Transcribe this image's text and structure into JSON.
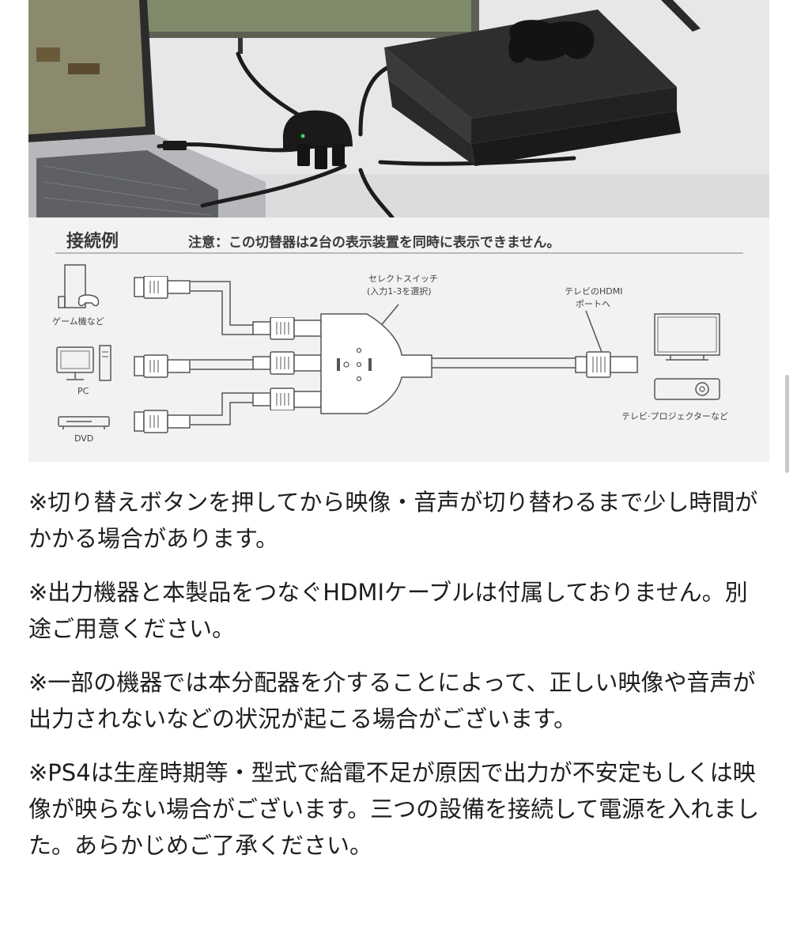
{
  "diagram": {
    "title": "接続例",
    "notice": "注意：この切替器は2台の表示装置を同時に表示できません。",
    "labels": {
      "switch": [
        "セレクトスイッチ",
        "(入力1-3を選択)"
      ],
      "hdmi_port": [
        "テレビのHDMI",
        "ポートへ"
      ],
      "game": "ゲーム機など",
      "pc": "PC",
      "dvd": "DVD",
      "tv_projector": "テレビ·プロジェクターなど"
    }
  },
  "notes": [
    "※切り替えボタンを押してから映像・音声が切り替わるまで少し時間がかかる場合があります。",
    "※出力機器と本製品をつなぐHDMIケーブルは付属しておりません。別途ご用意ください。",
    "※一部の機器では本分配器を介することによって、正しい映像や音声が出力されないなどの状況が起こる場合がございます。",
    "※PS4は生産時期等・型式で給電不足が原因で出力が不安定もしくは映像が映らない場合がございます。三つの設備を接続して電源を入れました。あらかじめご了承ください。"
  ],
  "icons": [
    "laptop-icon",
    "game-console-icon",
    "hdmi-switch-icon",
    "pc-icon",
    "dvd-player-icon",
    "tv-icon",
    "projector-icon"
  ]
}
